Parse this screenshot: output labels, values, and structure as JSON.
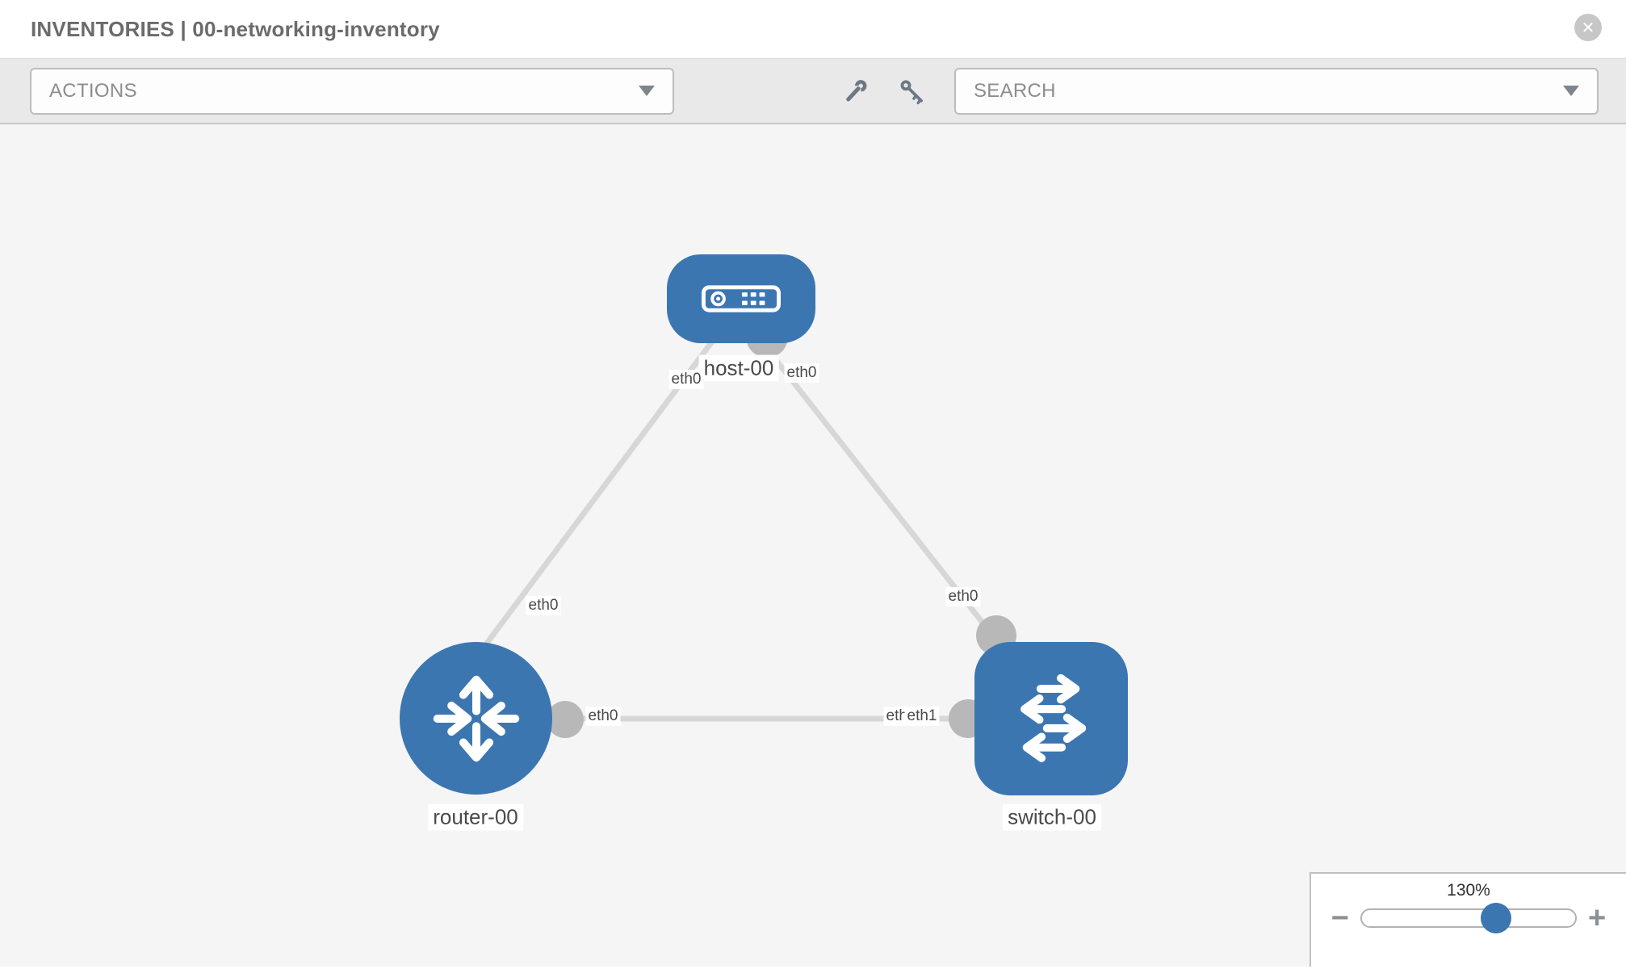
{
  "header": {
    "title": "INVENTORIES | 00-networking-inventory",
    "close_label": "✕"
  },
  "toolbar": {
    "actions_dropdown": {
      "label": "ACTIONS"
    },
    "tool_icons": [
      {
        "name": "wrench-icon"
      },
      {
        "name": "key-icon"
      }
    ],
    "search_dropdown": {
      "placeholder": "SEARCH"
    }
  },
  "topology": {
    "nodes": [
      {
        "label": "host-00",
        "type": "host"
      },
      {
        "label": "router-00",
        "type": "router"
      },
      {
        "label": "switch-00",
        "type": "switch"
      }
    ],
    "links": [
      {
        "from": "host-00",
        "from_interface": "eth0",
        "to": "router-00",
        "to_interface": "eth0"
      },
      {
        "from": "host-00",
        "from_interface": "eth0",
        "to": "switch-00",
        "to_interface": "eth0"
      },
      {
        "from": "router-00",
        "from_interface": "eth0",
        "to": "switch-00",
        "to_interface": "eth1"
      }
    ],
    "overlapped_label": {
      "back": "eth0",
      "front": "eth1"
    }
  },
  "zoom_control": {
    "level": "130%",
    "minus_label": "−",
    "plus_label": "+"
  },
  "colors": {
    "node_blue": "#3b76b1",
    "canvas_bg": "#f5f5f5",
    "toolbar_bg": "#e9e9e9",
    "edge_gray": "#d7d7d7",
    "connector_gray": "#b8b8b8"
  }
}
